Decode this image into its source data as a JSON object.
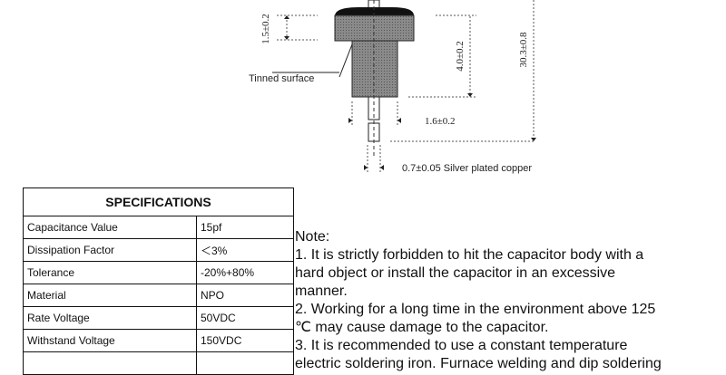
{
  "diagram": {
    "dim_cap": "1.5±0.2",
    "dim_body": "4.0±0.2",
    "dim_total": "30.3±0.8",
    "dim_body_dia": "1.6±0.2",
    "dim_lead": "0.7±0.05 Silver plated copper",
    "label_surface": "Tinned surface"
  },
  "specs": {
    "title": "SPECIFICATIONS",
    "rows": [
      {
        "name": "Capacitance Value",
        "value": "15pf"
      },
      {
        "name": "Dissipation Factor",
        "value": "＜3%"
      },
      {
        "name": "Tolerance",
        "value": "-20%+80%"
      },
      {
        "name": "Material",
        "value": "NPO"
      },
      {
        "name": "Rate Voltage",
        "value": "50VDC"
      },
      {
        "name": "Withstand Voltage",
        "value": "150VDC"
      },
      {
        "name": "",
        "value": ""
      }
    ]
  },
  "notes": {
    "lines": [
      "Note:",
      "1. It is strictly forbidden to hit the capacitor body with a",
      "hard object or install the capacitor in an excessive",
      "manner.",
      "2. Working for a long time in the environment above 125",
      "℃ may cause damage to the capacitor.",
      "3. It is recommended to use a constant temperature",
      "electric soldering iron. Furnace welding and dip soldering"
    ]
  }
}
